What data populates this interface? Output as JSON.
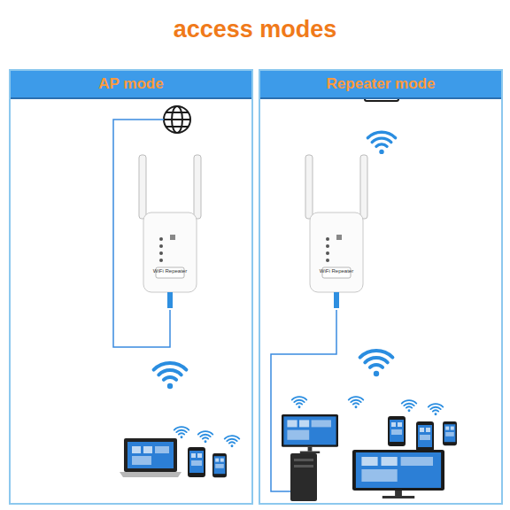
{
  "diagram": {
    "title": "access modes",
    "nodes": [
      {
        "text": [
          "AP mode"
        ]
      },
      {
        "text": [
          "Repeater mode"
        ]
      }
    ],
    "labels": [
      "WiFi Repeater",
      "WiFi Repeater"
    ]
  }
}
